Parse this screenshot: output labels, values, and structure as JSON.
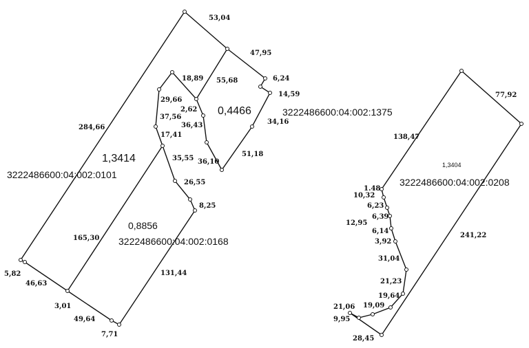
{
  "colors": {
    "line": "#111111",
    "background": "#ffffff"
  },
  "parcels": {
    "p0101": {
      "cadastral": "3222486600:04:002:0101",
      "area": "1,3414"
    },
    "p0168": {
      "cadastral": "3222486600:04:002:0168",
      "area": "0,8856"
    },
    "p1375": {
      "cadastral": "3222486600:04:002:1375",
      "area": "0,4466"
    },
    "p0208": {
      "cadastral": "3222486600:04:002:0208",
      "area": "1,3404"
    }
  },
  "dimensions": {
    "d53_04": "53,04",
    "d47_95": "47,95",
    "d6_24": "6,24",
    "d14_59": "14,59",
    "d34_16": "34,16",
    "d51_18": "51,18",
    "d36_10": "36,10",
    "d36_43": "36,43",
    "d2_62": "2,62",
    "d55_68": "55,68",
    "d18_89": "18,89",
    "d29_66": "29,66",
    "d37_56": "37,56",
    "d17_41": "17,41",
    "d35_55": "35,55",
    "d26_55": "26,55",
    "d8_25": "8,25",
    "d131_44": "131,44",
    "d165_30": "165,30",
    "d284_66": "284,66",
    "d5_82": "5,82",
    "d46_63": "46,63",
    "d3_01": "3,01",
    "d49_64": "49,64",
    "d7_71": "7,71",
    "d77_92": "77,92",
    "d138_47": "138,47",
    "d241_22": "241,22",
    "d1_48": "1.48",
    "d10_32": "10,32",
    "d6_23": "6,23",
    "d6_39": "6,39",
    "d12_95": "12,95",
    "d6_14": "6,14",
    "d3_92": "3,92",
    "d31_04": "31,04",
    "d21_23": "21,23",
    "d19_64": "19,64",
    "d19_09": "19,09",
    "d21_06": "21,06",
    "d9_95": "9,95",
    "d28_45": "28,45"
  }
}
